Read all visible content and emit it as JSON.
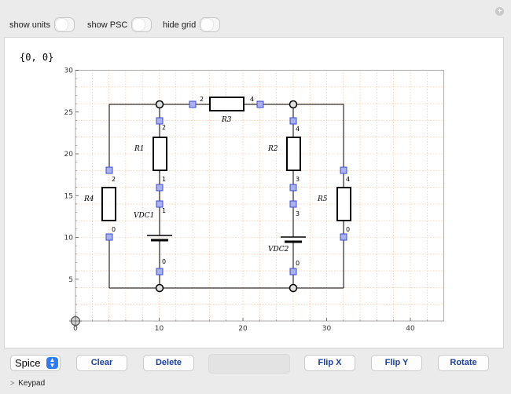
{
  "toggles": [
    {
      "label": "show units",
      "on": false
    },
    {
      "label": "show PSC",
      "on": false
    },
    {
      "label": "hide grid",
      "on": false
    }
  ],
  "coordinate_readout": "{0, 0}",
  "axes": {
    "x_ticks": [
      "0",
      "10",
      "20",
      "30",
      "40"
    ],
    "y_ticks": [
      "5",
      "10",
      "15",
      "20",
      "25",
      "30"
    ],
    "xlim": [
      0,
      44
    ],
    "ylim": [
      0,
      30
    ]
  },
  "circuit": {
    "components": [
      {
        "name": "R1"
      },
      {
        "name": "R2"
      },
      {
        "name": "R3"
      },
      {
        "name": "R4"
      },
      {
        "name": "R5"
      },
      {
        "name": "VDC1"
      },
      {
        "name": "VDC2"
      }
    ],
    "node_labels": [
      "2",
      "1",
      "1",
      "0",
      "2",
      "4",
      "3",
      "3",
      "0",
      "2",
      "0",
      "4",
      "0"
    ]
  },
  "controls": {
    "mode_select": "Spice",
    "clear": "Clear",
    "delete": "Delete",
    "flip_x": "Flip X",
    "flip_y": "Flip Y",
    "rotate": "Rotate"
  },
  "keypad": "Keypad",
  "colors": {
    "grid_minor": "#f4b98a",
    "terminal": "#3c4bd2",
    "button_text": "#1a3f9c",
    "select_arrow": "#2f7bf5"
  }
}
